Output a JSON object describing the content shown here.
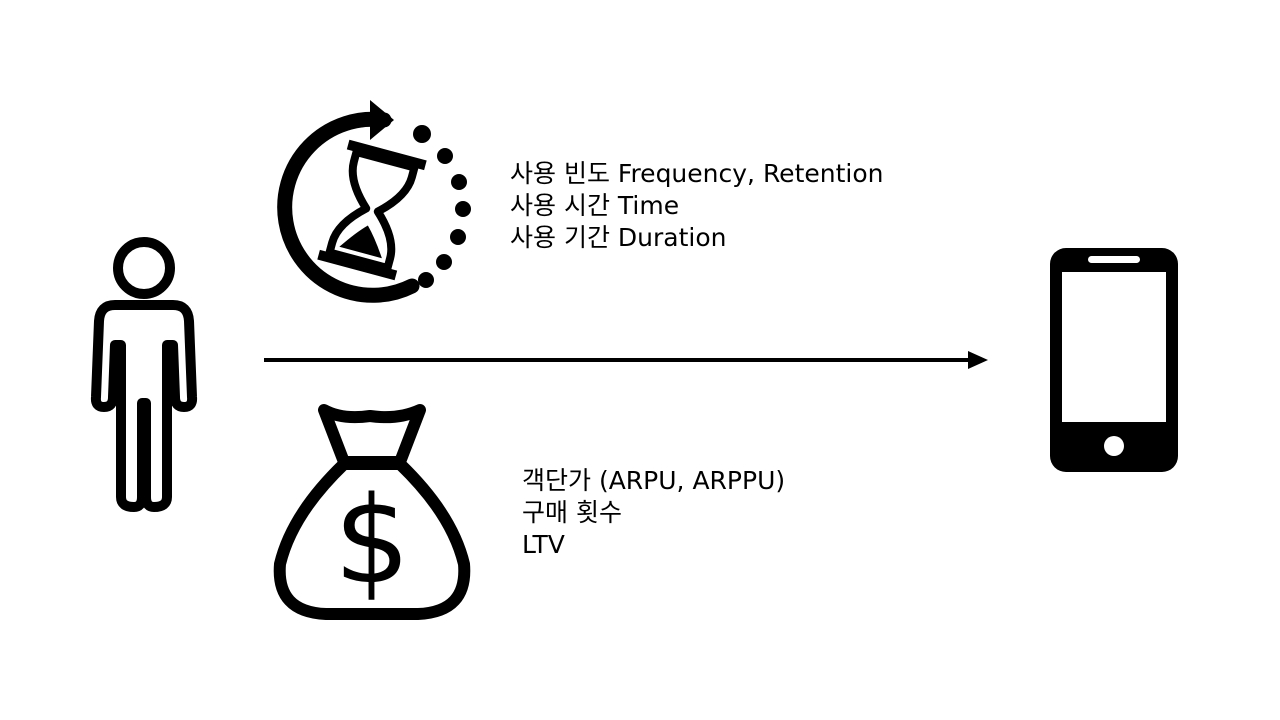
{
  "usage_metrics": {
    "icon": "hourglass-cycle-icon",
    "lines": [
      "사용 빈도 Frequency, Retention",
      "사용 시간 Time",
      "사용 기간 Duration"
    ]
  },
  "revenue_metrics": {
    "icon": "money-bag-icon",
    "lines": [
      "객단가 (ARPU, ARPPU)",
      "구매 횟수",
      "LTV"
    ]
  },
  "user": {
    "icon": "person-icon"
  },
  "device": {
    "icon": "smartphone-icon"
  },
  "flow": {
    "icon": "arrow-right-icon"
  },
  "colors": {
    "foreground": "#000000",
    "background": "#ffffff"
  }
}
